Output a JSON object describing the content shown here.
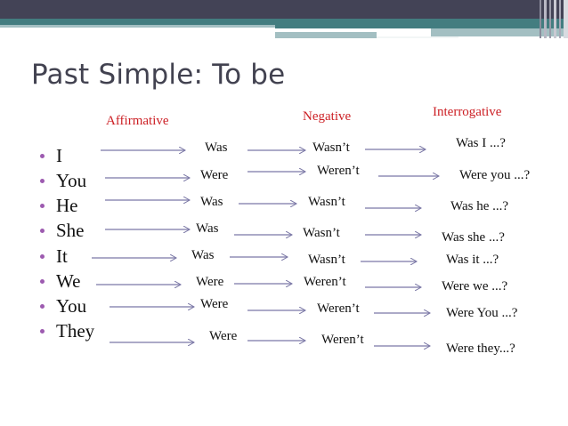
{
  "slide": {
    "title": "Past Simple: To be",
    "headers": {
      "affirmative": "Affirmative",
      "negative": "Negative",
      "interrogative": "Interrogative"
    },
    "colors": {
      "title": "#424250",
      "header": "#cc1f24",
      "bullet": "#9d5bb0",
      "arrow": "#7b78a6",
      "band_dark": "#434356",
      "band_teal": "#437d80",
      "band_light": "#a3bfc2"
    },
    "rows": [
      {
        "pronoun": "I",
        "affirmative": "Was",
        "negative": "Wasn’t",
        "interrogative": "Was I ...?"
      },
      {
        "pronoun": "You",
        "affirmative": "Were",
        "negative": "Weren’t",
        "interrogative": "Were you ...?"
      },
      {
        "pronoun": "He",
        "affirmative": "Was",
        "negative": "Wasn’t",
        "interrogative": "Was he ...?"
      },
      {
        "pronoun": "She",
        "affirmative": "Was",
        "negative": "Wasn’t",
        "interrogative": "Was she ...?"
      },
      {
        "pronoun": "It",
        "affirmative": "Was",
        "negative": "Wasn’t",
        "interrogative": "Was it ...?"
      },
      {
        "pronoun": "We",
        "affirmative": "Were",
        "negative": "Weren’t",
        "interrogative": "Were we ...?"
      },
      {
        "pronoun": "You",
        "affirmative": "Were",
        "negative": "Weren’t",
        "interrogative": "Were You ...?"
      },
      {
        "pronoun": "They",
        "affirmative": "Were",
        "negative": "Weren’t",
        "interrogative": "Were they...?"
      }
    ]
  }
}
